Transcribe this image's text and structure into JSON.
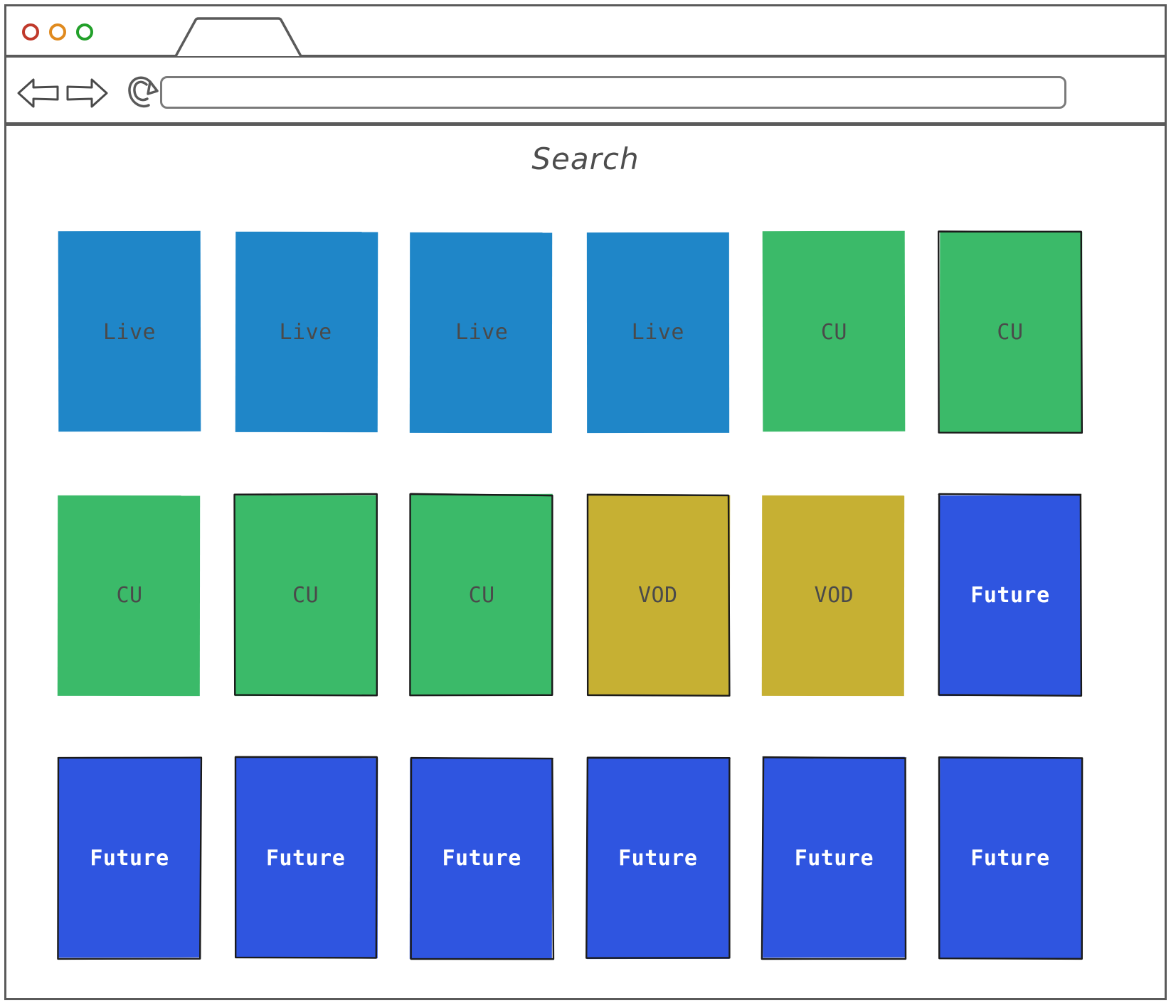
{
  "window": {
    "traffic_lights": [
      {
        "name": "close",
        "color": "#c0392b"
      },
      {
        "name": "minimize",
        "color": "#e08a1e"
      },
      {
        "name": "maximize",
        "color": "#22a02a"
      }
    ],
    "tab": {
      "label": ""
    }
  },
  "toolbar": {
    "back_icon": "arrow-left-icon",
    "forward_icon": "arrow-right-icon",
    "reload_icon": "reload-icon",
    "address": {
      "value": "",
      "placeholder": ""
    }
  },
  "page": {
    "title": "Search",
    "grid": {
      "columns": 6,
      "rows": 3,
      "cards": [
        {
          "label": "Live",
          "type": "live",
          "color": "#1f86c8",
          "text_color": "#4a4a4a",
          "outlined": false
        },
        {
          "label": "Live",
          "type": "live",
          "color": "#1f86c8",
          "text_color": "#4a4a4a",
          "outlined": false
        },
        {
          "label": "Live",
          "type": "live",
          "color": "#1f86c8",
          "text_color": "#4a4a4a",
          "outlined": false
        },
        {
          "label": "Live",
          "type": "live",
          "color": "#1f86c8",
          "text_color": "#4a4a4a",
          "outlined": false
        },
        {
          "label": "CU",
          "type": "cu",
          "color": "#3bba69",
          "text_color": "#4a4a4a",
          "outlined": false
        },
        {
          "label": "CU",
          "type": "cu",
          "color": "#3bba69",
          "text_color": "#4a4a4a",
          "outlined": true
        },
        {
          "label": "CU",
          "type": "cu",
          "color": "#3bba69",
          "text_color": "#4a4a4a",
          "outlined": false
        },
        {
          "label": "CU",
          "type": "cu",
          "color": "#3bba69",
          "text_color": "#4a4a4a",
          "outlined": true
        },
        {
          "label": "CU",
          "type": "cu",
          "color": "#3bba69",
          "text_color": "#4a4a4a",
          "outlined": true
        },
        {
          "label": "VOD",
          "type": "vod",
          "color": "#c6b033",
          "text_color": "#4a4a4a",
          "outlined": true
        },
        {
          "label": "VOD",
          "type": "vod",
          "color": "#c6b033",
          "text_color": "#4a4a4a",
          "outlined": false
        },
        {
          "label": "Future",
          "type": "fut",
          "color": "#2f55e0",
          "text_color": "#ffffff",
          "outlined": true
        },
        {
          "label": "Future",
          "type": "fut",
          "color": "#2f55e0",
          "text_color": "#ffffff",
          "outlined": true
        },
        {
          "label": "Future",
          "type": "fut",
          "color": "#2f55e0",
          "text_color": "#ffffff",
          "outlined": true
        },
        {
          "label": "Future",
          "type": "fut",
          "color": "#2f55e0",
          "text_color": "#ffffff",
          "outlined": true
        },
        {
          "label": "Future",
          "type": "fut",
          "color": "#2f55e0",
          "text_color": "#ffffff",
          "outlined": true
        },
        {
          "label": "Future",
          "type": "fut",
          "color": "#2f55e0",
          "text_color": "#ffffff",
          "outlined": true
        },
        {
          "label": "Future",
          "type": "fut",
          "color": "#2f55e0",
          "text_color": "#ffffff",
          "outlined": true
        }
      ]
    }
  }
}
